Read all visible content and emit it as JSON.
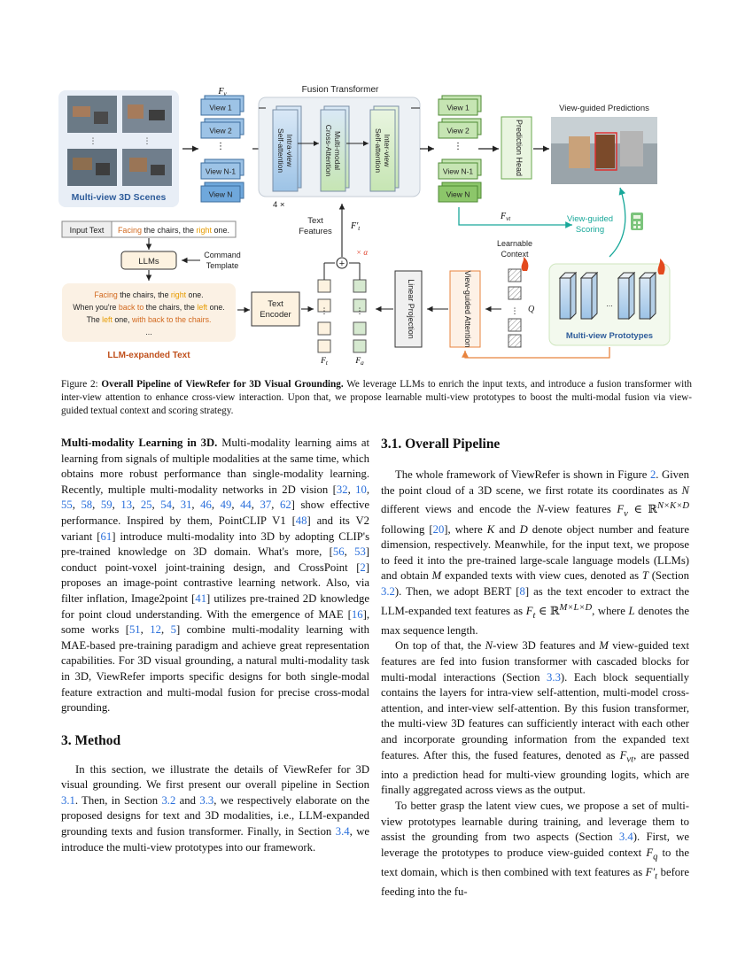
{
  "figure": {
    "scenes_label": "Multi-view 3D Scenes",
    "fv_label": "F",
    "fv_sub": "v",
    "views_in": [
      "View 1",
      "View 2",
      "⋮",
      "View N-1",
      "View N"
    ],
    "fusion_title": "Fusion Transformer",
    "blocks": [
      "Intra-view Self-attention",
      "Multi-modal Cross-Attention",
      "Inter-view Self-attention"
    ],
    "repeat_label": "4 ×",
    "views_out": [
      "View 1",
      "View 2",
      "⋮",
      "View N-1",
      "View N"
    ],
    "pred_head": "Prediction Head",
    "predictions_title": "View-guided Predictions",
    "fvt_label": "F",
    "fvt_sub": "vt",
    "scoring_label": [
      "View-guided",
      "Scoring"
    ],
    "input_text_label": "Input Text",
    "input_text_parts": [
      {
        "text": "Facing",
        "color": "#d2691e"
      },
      {
        "text": " the chairs, the ",
        "color": "#222222"
      },
      {
        "text": "right",
        "color": "#e69b00"
      },
      {
        "text": " one.",
        "color": "#222222"
      }
    ],
    "llms_label": "LLMs",
    "command_label": [
      "Command",
      "Template"
    ],
    "expanded_lines": [
      [
        {
          "text": "Facing",
          "color": "#d2691e"
        },
        {
          "text": " the chairs, the ",
          "color": "#222222"
        },
        {
          "text": "right",
          "color": "#e69b00"
        },
        {
          "text": " one.",
          "color": "#222222"
        }
      ],
      [
        {
          "text": "When you're ",
          "color": "#222222"
        },
        {
          "text": "back to",
          "color": "#d2691e"
        },
        {
          "text": " the chairs, the ",
          "color": "#222222"
        },
        {
          "text": "left",
          "color": "#e69b00"
        },
        {
          "text": " one.",
          "color": "#222222"
        }
      ],
      [
        {
          "text": "The ",
          "color": "#222222"
        },
        {
          "text": "left",
          "color": "#e69b00"
        },
        {
          "text": " one, ",
          "color": "#222222"
        },
        {
          "text": "with back to the chairs.",
          "color": "#d2691e"
        }
      ],
      [
        {
          "text": "...",
          "color": "#222222"
        }
      ]
    ],
    "expanded_title": "LLM-expanded Text",
    "text_encoder": [
      "Text",
      "Encoder"
    ],
    "text_features": [
      "Text",
      "Features"
    ],
    "ft_prime": "F′",
    "ft_prime_sub": "t",
    "alpha_label": "× α",
    "ft_label": "F",
    "ft_sub": "t",
    "fq_label": "F",
    "fq_sub": "q",
    "linear_projection": "Linear Projection",
    "view_guided_attention": "View-guided Attention",
    "learnable_context": [
      "Learnable",
      "Context"
    ],
    "q_label": "Q",
    "prototypes_label": "Multi-view Prototypes",
    "colors": {
      "blue_box": "#9dc3e6",
      "blue_dark": "#6fa8dc",
      "green_box": "#c6e5b3",
      "green_dark": "#8cc66a",
      "teal": "#19a89a",
      "orange": "#e8843f",
      "brand_blue": "#2e5c9a",
      "brand_orange": "#c0501c"
    }
  },
  "caption": {
    "prefix": "Figure 2: ",
    "title": "Overall Pipeline of ViewRefer for 3D Visual Grounding.",
    "body": " We leverage LLMs to enrich the input texts, and introduce a fusion transformer with inter-view attention to enhance cross-view interaction. Upon that, we propose learnable multi-view prototypes to boost the multi-modal fusion via view-guided textual context and scoring strategy."
  },
  "left_column": {
    "para1_head": "Multi-modality Learning in 3D.",
    "para1_a": " Multi-modality learning aims at learning from signals of multiple modalities at the same time, which obtains more robust performance than single-modality learning. Recently, multiple multi-modality networks in 2D vision [",
    "cites1": [
      "32",
      "10",
      "55",
      "58",
      "59",
      "13",
      "25",
      "54",
      "31",
      "46",
      "49",
      "44",
      "37",
      "62"
    ],
    "para1_b": "] show effective performance. Inspired by them, PointCLIP V1 [",
    "cite_48": "48",
    "para1_c": "] and its V2 variant [",
    "cite_61": "61",
    "para1_d": "] introduce multi-modality into 3D by adopting CLIP's pre-trained knowledge on 3D domain. What's more, [",
    "cites2": [
      "56",
      "53"
    ],
    "para1_e": "] conduct point-voxel joint-training design, and CrossPoint [",
    "cite_2": "2",
    "para1_f": "] proposes an image-point contrastive learning network. Also, via filter inflation, Image2point [",
    "cite_41": "41",
    "para1_g": "] utilizes pre-trained 2D knowledge for point cloud understanding. With the emergence of MAE [",
    "cite_16": "16",
    "para1_h": "], some works [",
    "cites3": [
      "51",
      "12",
      "5"
    ],
    "para1_i": "] combine multi-modality learning with MAE-based pre-training paradigm and achieve great representation capabilities. For 3D visual grounding, a natural multi-modality task in 3D, ViewRefer imports specific designs for both single-modal feature extraction and multi-modal fusion for precise cross-modal grounding.",
    "section_title": "3. Method",
    "para2_a": "In this section, we illustrate the details of ViewRefer for 3D visual grounding. We first present our overall pipeline in Section ",
    "ref_31": "3.1",
    "para2_b": ". Then, in Section ",
    "ref_32": "3.2",
    "para2_c": " and ",
    "ref_33": "3.3",
    "para2_d": ", we respectively elaborate on the proposed designs for text and 3D modalities, i.e., LLM-expanded grounding texts and fusion transformer. Finally, in Section ",
    "ref_34": "3.4",
    "para2_e": ", we introduce the multi-view prototypes into our framework."
  },
  "right_column": {
    "section_title": "3.1. Overall Pipeline",
    "p1_a": "The whole framework of ViewRefer is shown in Figure ",
    "fig_ref": "2",
    "p1_b": ". Given the point cloud of a 3D scene, we first rotate its coordinates as ",
    "p1_c": " different views and encode the ",
    "p1_d": "-view features ",
    "p1_e": " following [",
    "cite_20": "20",
    "p1_f": "], where ",
    "p1_g": " and ",
    "p1_h": " denote object number and feature dimension, respectively. Meanwhile, for the input text, we propose to feed it into the pre-trained large-scale language models (LLMs) and obtain ",
    "p1_i": " expanded texts with view cues, denoted as ",
    "p1_j": " (Section ",
    "ref_32": "3.2",
    "p1_k": "). Then, we adopt BERT [",
    "cite_8": "8",
    "p1_l": "] as the text encoder to extract the LLM-expanded text features as ",
    "p1_m": ", where ",
    "p1_n": " denotes the max sequence length.",
    "p2_a": "On top of that, the ",
    "p2_b": "-view 3D features and ",
    "p2_c": " view-guided text features are fed into fusion transformer with cascaded blocks for multi-modal interactions (Section ",
    "ref_33": "3.3",
    "p2_d": "). Each block sequentially contains the layers for intra-view self-attention, multi-model cross-attention, and inter-view self-attention. By this fusion transformer, the multi-view 3D features can sufficiently interact with each other and incorporate grounding information from the expanded text features. After this, the fused features, denoted as ",
    "p2_e": ", are passed into a prediction head for multi-view grounding logits, which are finally aggregated across views as the output.",
    "p3_a": "To better grasp the latent view cues, we propose a set of multi-view prototypes learnable during training, and leverage them to assist the grounding from two aspects (Section ",
    "ref_34": "3.4",
    "p3_b": "). First, we leverage the prototypes to produce view-guided context ",
    "p3_c": " to the text domain, which is then combined with text features as ",
    "p3_d": " before feeding into the fu-",
    "math": {
      "N": "N",
      "Fv": "F",
      "Fv_sub": "v",
      "in": " ∈ ℝ",
      "Fv_sup": "N×K×D",
      "K": "K",
      "D": "D",
      "M": "M",
      "T": "T",
      "Ft": "F",
      "Ft_sub": "t",
      "Ft_sup": "M×L×D",
      "L": "L",
      "Fvt": "F",
      "Fvt_sub": "vt",
      "Fq": "F",
      "Fq_sub": "q",
      "Ftp": "F′",
      "Ftp_sub": "t"
    }
  }
}
